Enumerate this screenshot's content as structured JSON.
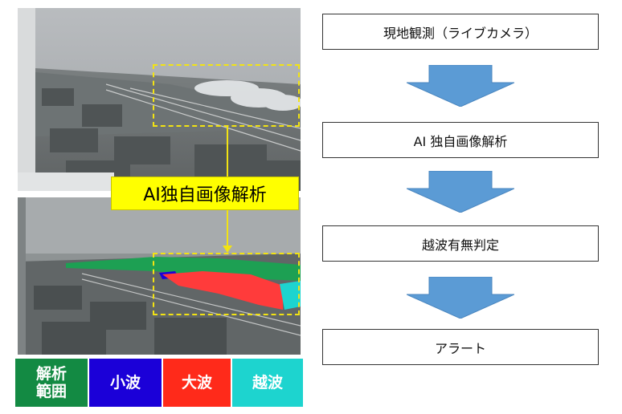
{
  "overlay_label": "AI独自画像解析",
  "legend": [
    {
      "label": "解析\n範囲",
      "color": "#138a43"
    },
    {
      "label": "小波",
      "color": "#1b00d8"
    },
    {
      "label": "大波",
      "color": "#ff2a1a"
    },
    {
      "label": "越波",
      "color": "#1dd4cf"
    }
  ],
  "flow_steps": [
    "現地観測（ライブカメラ）",
    "AI 独自画像解析",
    "越波有無判定",
    "アラート"
  ],
  "colors": {
    "highlight": "#ffff00",
    "dash": "#f2e313",
    "arrow": "#5b9bd5"
  }
}
